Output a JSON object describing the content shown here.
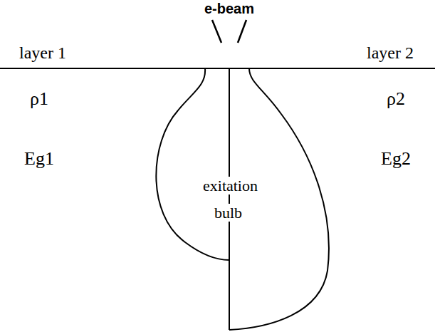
{
  "diagram": {
    "nodes": [
      {
        "text": [
          "exitation bulb"
        ]
      }
    ],
    "labels": [
      "e-beam",
      "layer 1",
      "layer 2",
      "ρ1",
      "Eg1",
      "ρ2",
      "Eg2"
    ]
  }
}
